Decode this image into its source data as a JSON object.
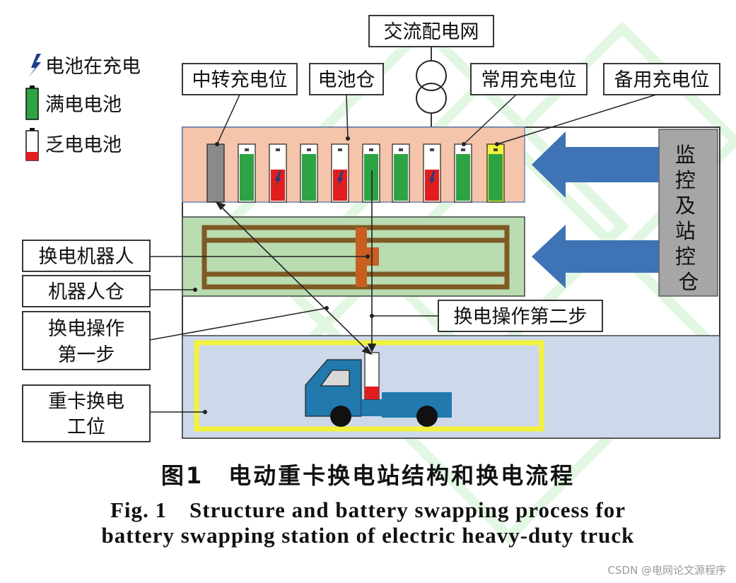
{
  "legend": {
    "charging": "电池在充电",
    "full": "满电电池",
    "depleted": "乏电电池"
  },
  "labels": {
    "grid": "交流配电网",
    "transfer_slot": "中转充电位",
    "battery_bay": "电池仓",
    "regular_slot": "常用充电位",
    "backup_slot": "备用充电位",
    "control_room": "监控及站控仓",
    "robot": "换电机器人",
    "robot_bay": "机器人仓",
    "step2": "换电操作第二步",
    "step1_line1": "换电操作",
    "step1_line2": "第一步",
    "work_line1": "重卡换电",
    "work_line2": "工位"
  },
  "batteries": [
    {
      "state": "empty-gray"
    },
    {
      "state": "full"
    },
    {
      "state": "charging"
    },
    {
      "state": "full"
    },
    {
      "state": "charging"
    },
    {
      "state": "full"
    },
    {
      "state": "full"
    },
    {
      "state": "charging"
    },
    {
      "state": "full"
    },
    {
      "state": "full-backup"
    }
  ],
  "colors": {
    "battery_bay_fill": "#f4c4ab",
    "robot_bay_fill": "#b9dcb0",
    "work_area_fill": "#cdd9ea",
    "control_fill": "#a6a6a6",
    "arrow_blue": "#3e73b6",
    "battery_green": "#2ea343",
    "battery_red": "#e21d1d",
    "rail_brown": "#7f5a24",
    "truck_blue": "#2179ad",
    "highlight_yellow": "#f2f23a"
  },
  "caption": {
    "cn": "图1　电动重卡换电站结构和换电流程",
    "en_line1": "Fig. 1　Structure and battery swapping process for",
    "en_line2": "battery swapping station of electric heavy-duty truck"
  },
  "watermark": "CSDN @电网论文源程序"
}
